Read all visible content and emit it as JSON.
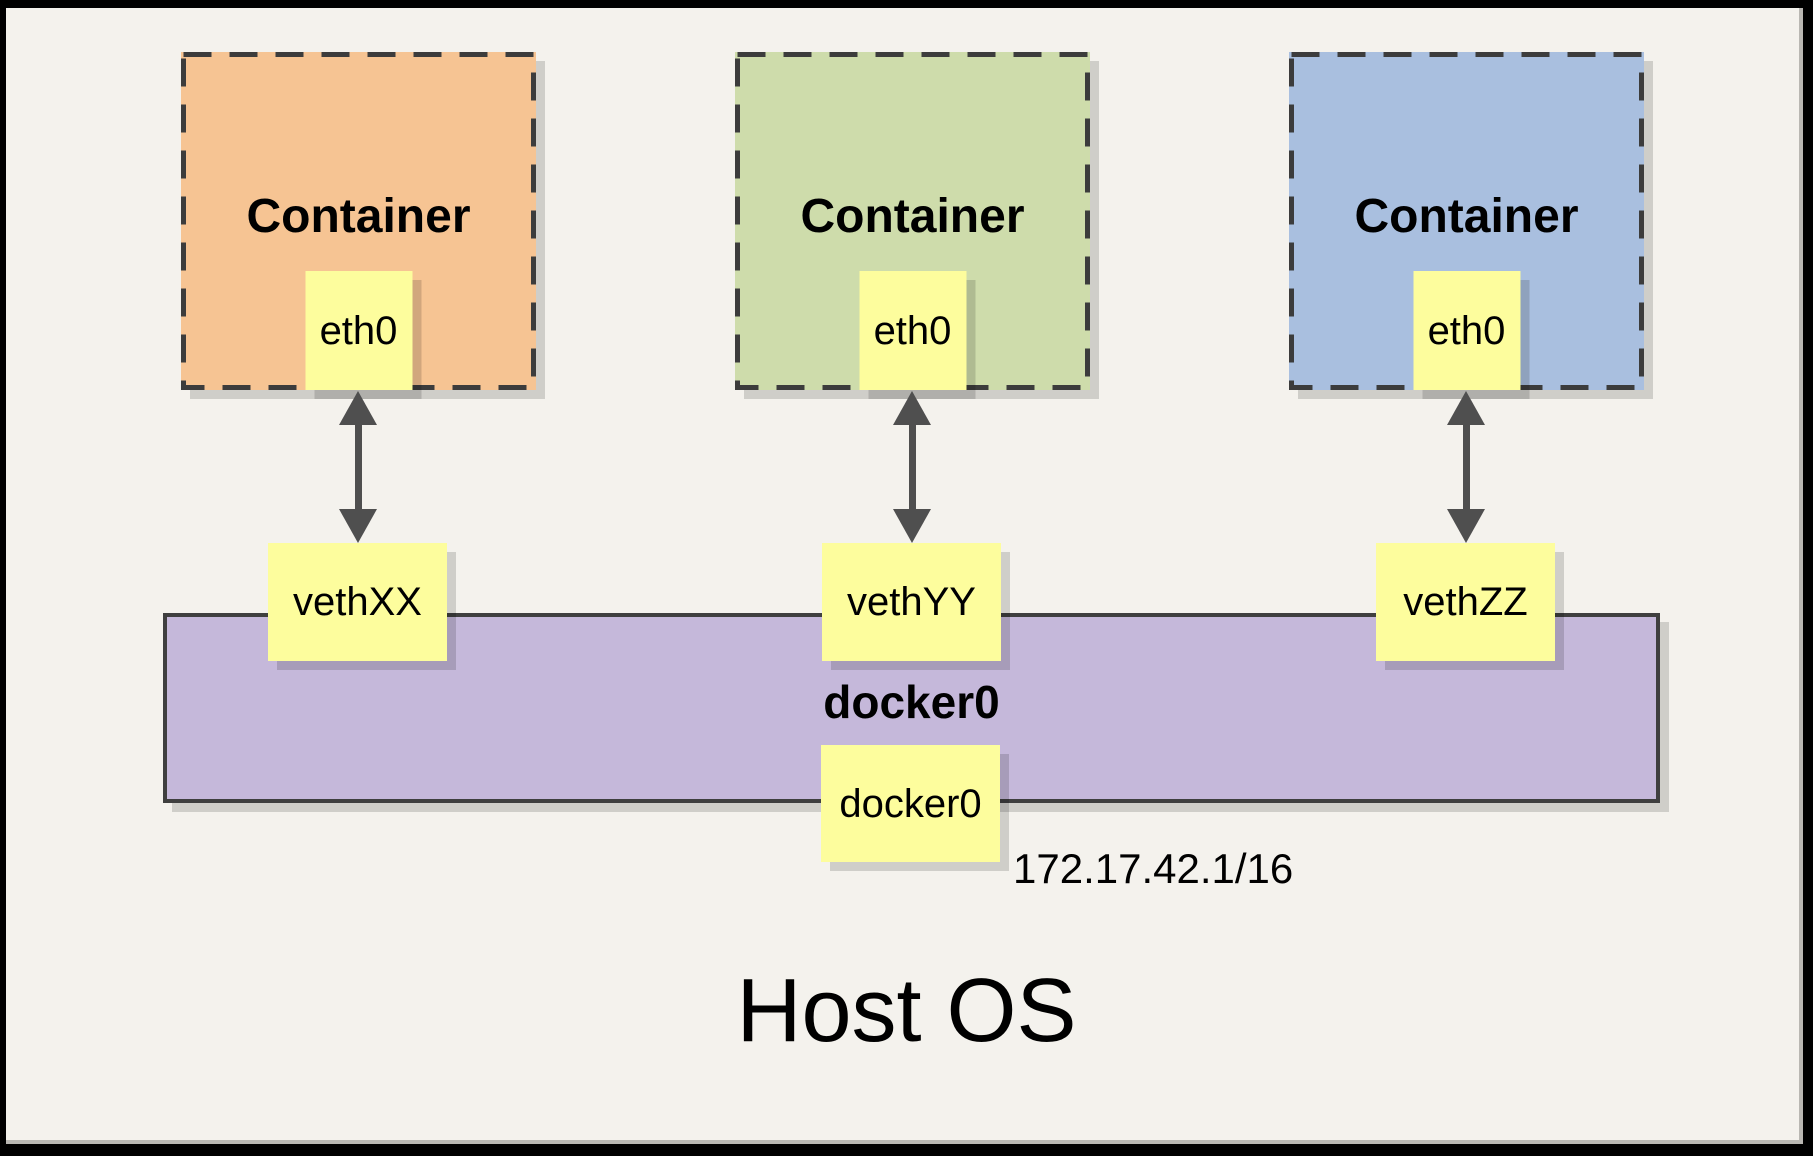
{
  "colors": {
    "frame": "#000000",
    "bevel": "#B9B7B2",
    "canvas_bg": "#F4F2ED",
    "dash_border": "#3C3C3C",
    "container_fill_1": "#F6C493",
    "container_fill_2": "#CEDCAB",
    "container_fill_3": "#A9BFDF",
    "interface_box_fill": "#FDFD9D",
    "bridge_fill": "#C5B8DA",
    "bridge_border": "#3F3F3F",
    "arrow": "#4F4F4F",
    "text": "#000000",
    "shadow": "rgba(0,0,0,0.15)"
  },
  "containers": [
    {
      "label": "Container",
      "interface_label": "eth0",
      "veth_label": "vethXX"
    },
    {
      "label": "Container",
      "interface_label": "eth0",
      "veth_label": "vethYY"
    },
    {
      "label": "Container",
      "interface_label": "eth0",
      "veth_label": "vethZZ"
    }
  ],
  "bridge": {
    "label": "docker0",
    "interface_label": "docker0",
    "ip_address": "172.17.42.1/16"
  },
  "host": {
    "label": "Host OS"
  }
}
